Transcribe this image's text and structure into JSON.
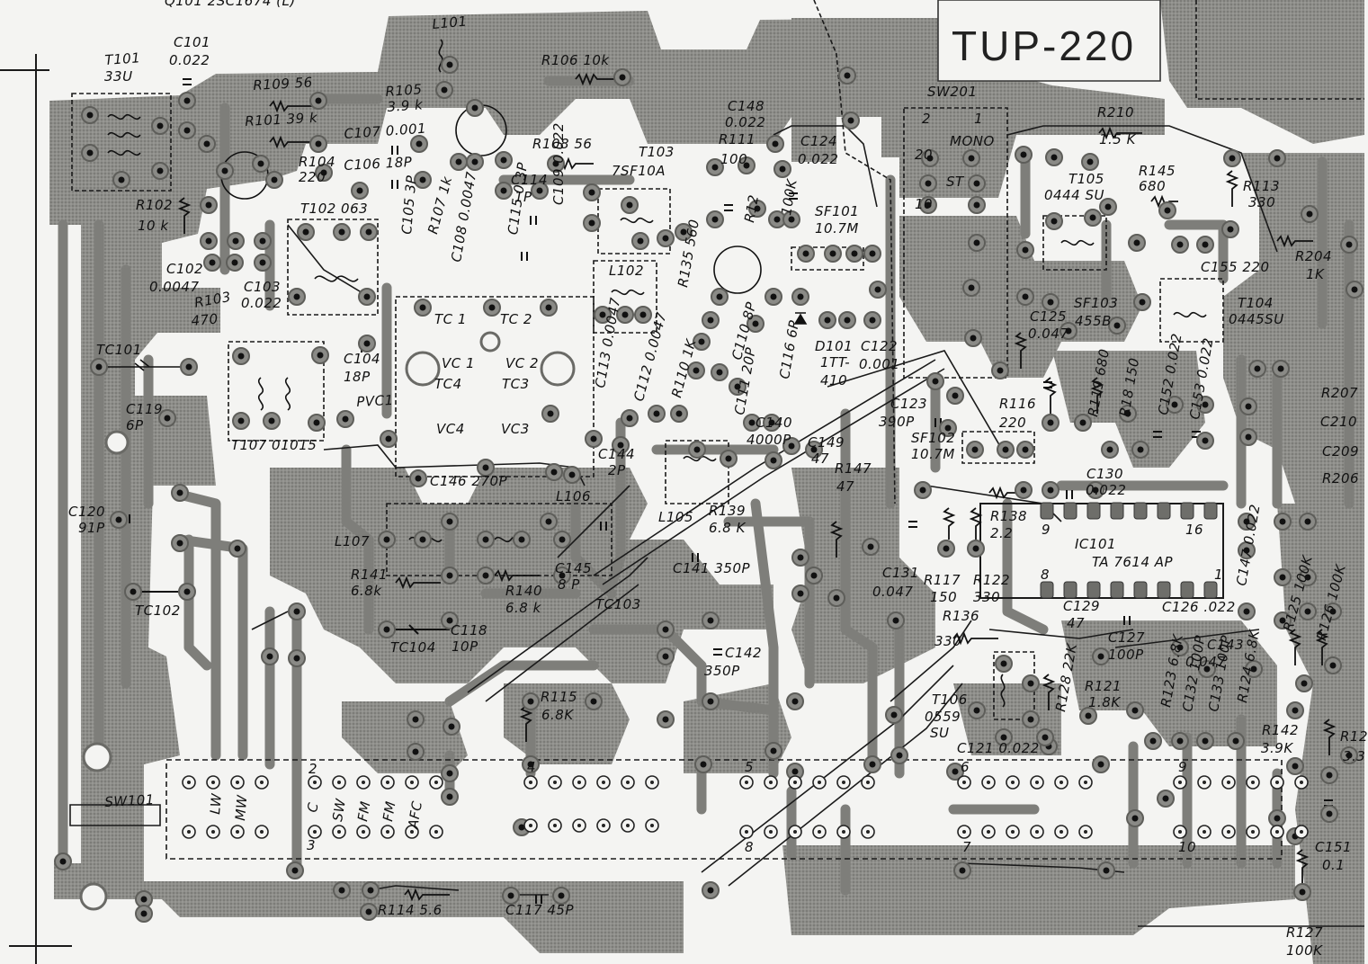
{
  "board": {
    "title": "TUP-220",
    "header_note": "Q101 2SC1674 (L)"
  },
  "labels": [
    {
      "id": "t101a",
      "text": "T101"
    },
    {
      "id": "t101b",
      "text": "33U"
    },
    {
      "id": "c101a",
      "text": "C101"
    },
    {
      "id": "c101b",
      "text": "0.022"
    },
    {
      "id": "l101",
      "text": "L101"
    },
    {
      "id": "r106",
      "text": "R106 10k"
    },
    {
      "id": "r109",
      "text": "R109  56"
    },
    {
      "id": "r101",
      "text": "R101   39 k"
    },
    {
      "id": "r105a",
      "text": "R105"
    },
    {
      "id": "r105b",
      "text": "3.9 k"
    },
    {
      "id": "c107",
      "text": "C107  0.001"
    },
    {
      "id": "r104a",
      "text": "R104"
    },
    {
      "id": "r104b",
      "text": "220"
    },
    {
      "id": "c106",
      "text": "C106  18P"
    },
    {
      "id": "r108",
      "text": "R108  56"
    },
    {
      "id": "t103a",
      "text": "T103"
    },
    {
      "id": "t103b",
      "text": "7SF10A"
    },
    {
      "id": "r111a",
      "text": "R111"
    },
    {
      "id": "r111b",
      "text": "100"
    },
    {
      "id": "c148a",
      "text": "C148"
    },
    {
      "id": "c148b",
      "text": "0.022"
    },
    {
      "id": "c124a",
      "text": "C124"
    },
    {
      "id": "c124b",
      "text": "0.022"
    },
    {
      "id": "sw201",
      "text": "SW201"
    },
    {
      "id": "sw201n2",
      "text": "2"
    },
    {
      "id": "sw201n1",
      "text": "1"
    },
    {
      "id": "mono",
      "text": "MONO"
    },
    {
      "id": "st",
      "text": "ST"
    },
    {
      "id": "p20",
      "text": "20"
    },
    {
      "id": "p10",
      "text": "10"
    },
    {
      "id": "r210a",
      "text": "R210"
    },
    {
      "id": "r210b",
      "text": "1.5 K"
    },
    {
      "id": "r102a",
      "text": "R102"
    },
    {
      "id": "r102b",
      "text": "10 k"
    },
    {
      "id": "t102",
      "text": "T102  063"
    },
    {
      "id": "c114a",
      "text": "C114"
    },
    {
      "id": "c114b",
      "text": "1P"
    },
    {
      "id": "c109",
      "text": "C109 0.022"
    },
    {
      "id": "r107",
      "text": "R107 1k"
    },
    {
      "id": "c108",
      "text": "C108 0.0047"
    },
    {
      "id": "c115",
      "text": "C115 0.3P"
    },
    {
      "id": "c105",
      "text": "C105 3P"
    },
    {
      "id": "r12",
      "text": "R12"
    },
    {
      "id": "r100k",
      "text": "100K"
    },
    {
      "id": "sf101a",
      "text": "SF101"
    },
    {
      "id": "sf101b",
      "text": "10.7M"
    },
    {
      "id": "t105a",
      "text": "T105"
    },
    {
      "id": "t105b",
      "text": "0444 SU"
    },
    {
      "id": "r145a",
      "text": "R145"
    },
    {
      "id": "r145b",
      "text": "680"
    },
    {
      "id": "r113a",
      "text": "R113"
    },
    {
      "id": "r113b",
      "text": "330"
    },
    {
      "id": "c102a",
      "text": "C102"
    },
    {
      "id": "c102b",
      "text": "0.0047"
    },
    {
      "id": "r103a",
      "text": "R103"
    },
    {
      "id": "r103b",
      "text": "470"
    },
    {
      "id": "c103a",
      "text": "C103"
    },
    {
      "id": "c103b",
      "text": "0.022"
    },
    {
      "id": "l102",
      "text": "L102"
    },
    {
      "id": "r135",
      "text": "R135 560"
    },
    {
      "id": "c155",
      "text": "C155  220"
    },
    {
      "id": "r204a",
      "text": "R204"
    },
    {
      "id": "r204b",
      "text": "1K"
    },
    {
      "id": "t104a",
      "text": "T104"
    },
    {
      "id": "t104b",
      "text": "0445SU"
    },
    {
      "id": "c125a",
      "text": "C125"
    },
    {
      "id": "c125b",
      "text": "0.047"
    },
    {
      "id": "sf103a",
      "text": "SF103"
    },
    {
      "id": "sf103b",
      "text": "455B"
    },
    {
      "id": "tc1",
      "text": "TC 1"
    },
    {
      "id": "tc2",
      "text": "TC 2"
    },
    {
      "id": "vc1",
      "text": "VC 1"
    },
    {
      "id": "vc2",
      "text": "VC 2"
    },
    {
      "id": "tc4",
      "text": "TC4"
    },
    {
      "id": "tc3",
      "text": "TC3"
    },
    {
      "id": "vc4",
      "text": "VC4"
    },
    {
      "id": "vc3",
      "text": "VC3"
    },
    {
      "id": "pvc1",
      "text": "PVC1"
    },
    {
      "id": "tc101",
      "text": "TC101"
    },
    {
      "id": "c104a",
      "text": "C104"
    },
    {
      "id": "c104b",
      "text": "18P"
    },
    {
      "id": "c119a",
      "text": "C119"
    },
    {
      "id": "c119b",
      "text": "6P"
    },
    {
      "id": "t107",
      "text": "T107  01015"
    },
    {
      "id": "c113",
      "text": "C113 0.0047"
    },
    {
      "id": "c112",
      "text": "C112 0.0047"
    },
    {
      "id": "r110",
      "text": "R110 1K"
    },
    {
      "id": "c110",
      "text": "C110 8P"
    },
    {
      "id": "c116",
      "text": "C116 6P"
    },
    {
      "id": "c111",
      "text": "C111 20P"
    },
    {
      "id": "d101a",
      "text": "D101"
    },
    {
      "id": "d101b",
      "text": "1TT-"
    },
    {
      "id": "d101c",
      "text": "410"
    },
    {
      "id": "c122a",
      "text": "C122"
    },
    {
      "id": "c122b",
      "text": "0.001"
    },
    {
      "id": "r119",
      "text": "R119 680"
    },
    {
      "id": "r18",
      "text": "R18 150"
    },
    {
      "id": "c152",
      "text": "C152 0.022"
    },
    {
      "id": "c153",
      "text": "C153 0.022"
    },
    {
      "id": "r207",
      "text": "R207"
    },
    {
      "id": "c210",
      "text": "C210"
    },
    {
      "id": "c209",
      "text": "C209"
    },
    {
      "id": "r206",
      "text": "R206"
    },
    {
      "id": "c140a",
      "text": "C140"
    },
    {
      "id": "c140b",
      "text": "4000P"
    },
    {
      "id": "c149a",
      "text": "C149"
    },
    {
      "id": "c149b",
      "text": "47"
    },
    {
      "id": "r147a",
      "text": "R147"
    },
    {
      "id": "r147b",
      "text": "47"
    },
    {
      "id": "c123a",
      "text": "C123"
    },
    {
      "id": "c123b",
      "text": "390P"
    },
    {
      "id": "r116a",
      "text": "R116"
    },
    {
      "id": "r116b",
      "text": "220"
    },
    {
      "id": "sf102a",
      "text": "SF102"
    },
    {
      "id": "sf102b",
      "text": "10.7M"
    },
    {
      "id": "c144a",
      "text": "C144"
    },
    {
      "id": "c144b",
      "text": "2P"
    },
    {
      "id": "c146",
      "text": "C146  270P"
    },
    {
      "id": "l106",
      "text": "L106"
    },
    {
      "id": "c130a",
      "text": "C130"
    },
    {
      "id": "c130b",
      "text": "0.022"
    },
    {
      "id": "c120a",
      "text": "C120"
    },
    {
      "id": "c120b",
      "text": "91P"
    },
    {
      "id": "l105",
      "text": "L105"
    },
    {
      "id": "r139a",
      "text": "R139"
    },
    {
      "id": "r139b",
      "text": "6.8 K"
    },
    {
      "id": "r138a",
      "text": "R138"
    },
    {
      "id": "r138b",
      "text": "2.2"
    },
    {
      "id": "pin9",
      "text": "9"
    },
    {
      "id": "pin16",
      "text": "16"
    },
    {
      "id": "ic101a",
      "text": "IC101"
    },
    {
      "id": "ic101b",
      "text": "TA 7614 AP"
    },
    {
      "id": "pin8",
      "text": "8"
    },
    {
      "id": "pin1",
      "text": "1"
    },
    {
      "id": "c147",
      "text": "C147 0.022"
    },
    {
      "id": "l107",
      "text": "L107"
    },
    {
      "id": "r141a",
      "text": "R141"
    },
    {
      "id": "r141b",
      "text": "6.8k"
    },
    {
      "id": "c145a",
      "text": "C145"
    },
    {
      "id": "c145b",
      "text": "8 P"
    },
    {
      "id": "c141",
      "text": "C141  350P"
    },
    {
      "id": "c131a",
      "text": "C131"
    },
    {
      "id": "c131b",
      "text": "0.047"
    },
    {
      "id": "r117a",
      "text": "R117"
    },
    {
      "id": "r117b",
      "text": "150"
    },
    {
      "id": "r122a",
      "text": "R122"
    },
    {
      "id": "r122b",
      "text": "330"
    },
    {
      "id": "tc102",
      "text": "TC102"
    },
    {
      "id": "r140a",
      "text": "R140"
    },
    {
      "id": "r140b",
      "text": "6.8 k"
    },
    {
      "id": "tc103",
      "text": "TC103"
    },
    {
      "id": "r136a",
      "text": "R136"
    },
    {
      "id": "r136b",
      "text": "330"
    },
    {
      "id": "c129a",
      "text": "C129"
    },
    {
      "id": "c129b",
      "text": "47"
    },
    {
      "id": "c126",
      "text": "C126 .022"
    },
    {
      "id": "r125",
      "text": "R125 100K"
    },
    {
      "id": "r126",
      "text": "R126 100K"
    },
    {
      "id": "c118a",
      "text": "C118"
    },
    {
      "id": "c118b",
      "text": "10P"
    },
    {
      "id": "tc104",
      "text": "TC104"
    },
    {
      "id": "c142a",
      "text": "C142"
    },
    {
      "id": "c142b",
      "text": "350P"
    },
    {
      "id": "c127a",
      "text": "C127"
    },
    {
      "id": "c127b",
      "text": "100P"
    },
    {
      "id": "c143a",
      "text": "C143"
    },
    {
      "id": "c143b",
      "text": "0.047"
    },
    {
      "id": "r115a",
      "text": "R115"
    },
    {
      "id": "r115b",
      "text": "6.8K"
    },
    {
      "id": "r121a",
      "text": "R121"
    },
    {
      "id": "r121b",
      "text": "1.8K"
    },
    {
      "id": "r128",
      "text": "R128 22K"
    },
    {
      "id": "t106a",
      "text": "T106"
    },
    {
      "id": "t106b",
      "text": "0559"
    },
    {
      "id": "t106c",
      "text": "SU"
    },
    {
      "id": "r123",
      "text": "R123 6.8K"
    },
    {
      "id": "c132",
      "text": "C132 100P"
    },
    {
      "id": "c133",
      "text": "C133 100P"
    },
    {
      "id": "r124",
      "text": "R124 6.8K"
    },
    {
      "id": "r142a",
      "text": "R142"
    },
    {
      "id": "r142b",
      "text": "3.9K"
    },
    {
      "id": "r12r",
      "text": "R12"
    },
    {
      "id": "r12r2",
      "text": "3.3"
    },
    {
      "id": "c121",
      "text": "C121  0.022"
    },
    {
      "id": "sw101",
      "text": "SW101"
    },
    {
      "id": "n2",
      "text": "2"
    },
    {
      "id": "n3",
      "text": "3"
    },
    {
      "id": "n4",
      "text": "4"
    },
    {
      "id": "n5",
      "text": "5"
    },
    {
      "id": "n6",
      "text": "6"
    },
    {
      "id": "n7",
      "text": "7"
    },
    {
      "id": "n8",
      "text": "8"
    },
    {
      "id": "n9",
      "text": "9"
    },
    {
      "id": "n10",
      "text": "10"
    },
    {
      "id": "lw",
      "text": "LW"
    },
    {
      "id": "mw",
      "text": "MW"
    },
    {
      "id": "sw_c",
      "text": "C"
    },
    {
      "id": "sw_sw",
      "text": "SW"
    },
    {
      "id": "sw_fm1",
      "text": "FM"
    },
    {
      "id": "sw_fm2",
      "text": "FM"
    },
    {
      "id": "sw_afc",
      "text": "AFC"
    },
    {
      "id": "c151a",
      "text": "C151"
    },
    {
      "id": "c151b",
      "text": "0.1"
    },
    {
      "id": "r114",
      "text": "R114   5.6"
    },
    {
      "id": "c117",
      "text": "C117   45P"
    },
    {
      "id": "r127a",
      "text": "R127"
    },
    {
      "id": "r127b",
      "text": "100K"
    }
  ]
}
